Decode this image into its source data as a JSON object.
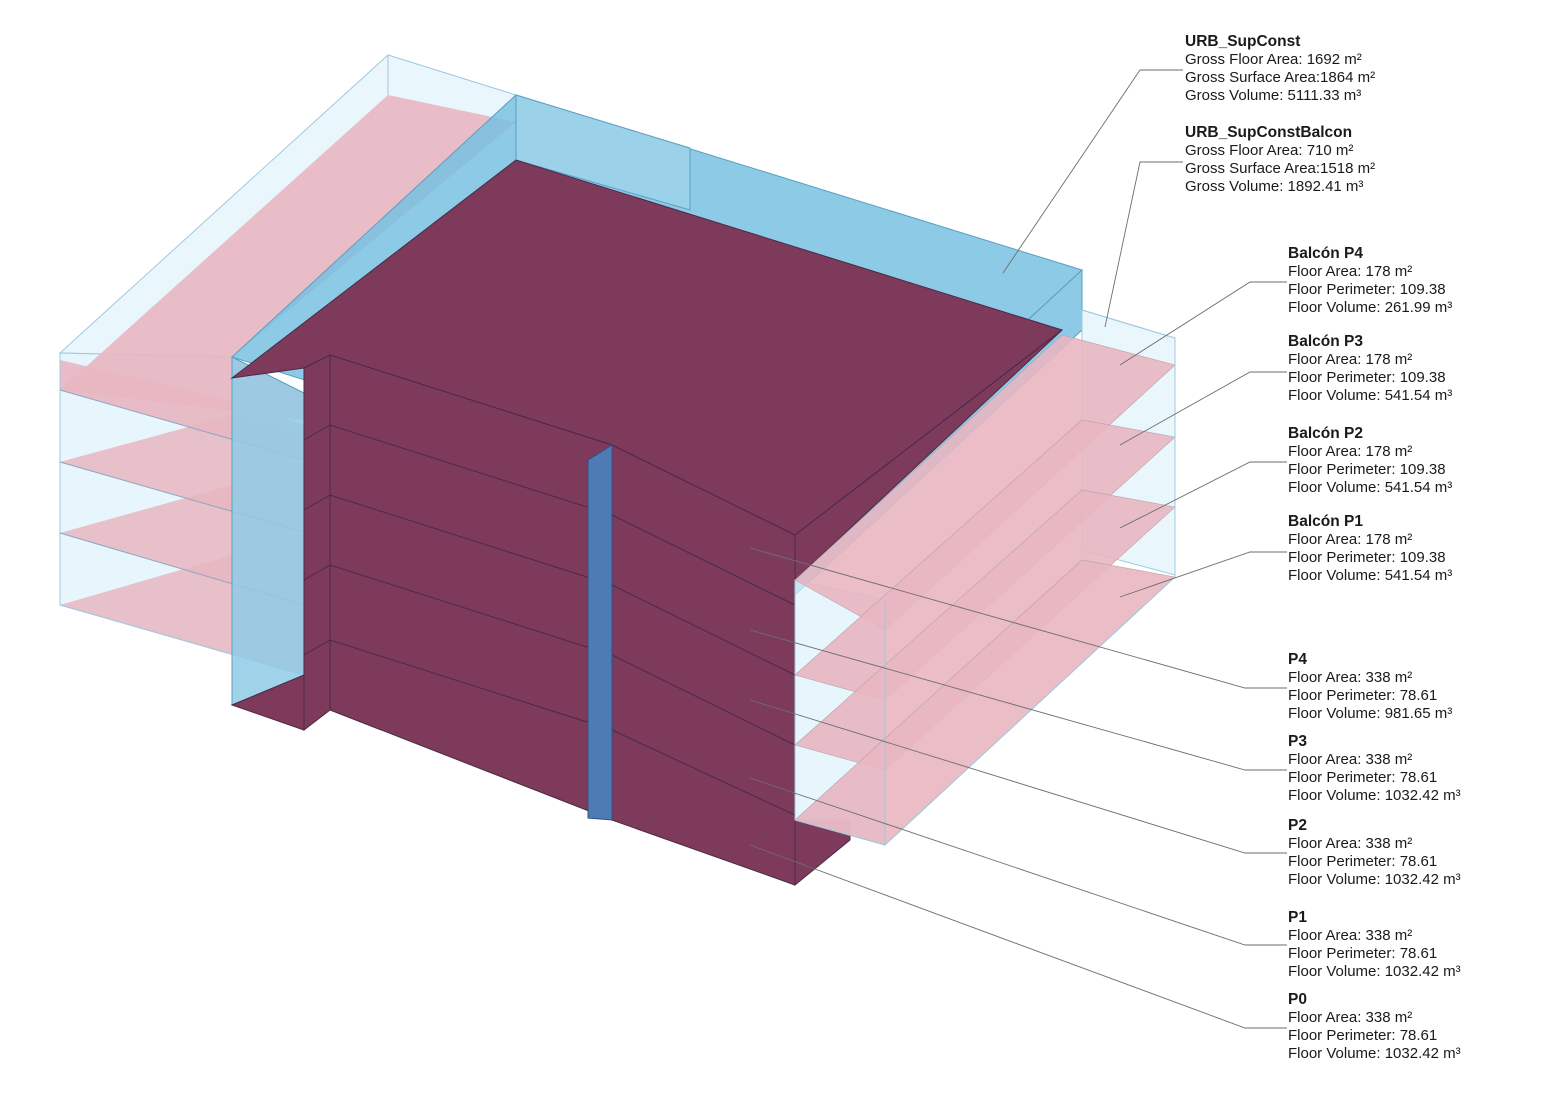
{
  "colors": {
    "building_volume": "#7d3a5b",
    "building_edge": "#4a2a48",
    "glass_light": "#d9f1fb",
    "glass_edge": "#9ec9e0",
    "glass_blue": "#78c1e1",
    "blue_dark": "#4f7bb4",
    "slab_pink": "#e8b6c1",
    "leader": "#6e6e6e"
  },
  "labels": {
    "urb_supconst": {
      "title": "URB_SupConst",
      "lines": [
        "Gross Floor Area: 1692 m²",
        "Gross Surface Area:1864 m²",
        "Gross Volume: 5111.33 m³"
      ]
    },
    "urb_supconstbalcon": {
      "title": "URB_SupConstBalcon",
      "lines": [
        "Gross Floor Area: 710 m²",
        "Gross Surface Area:1518 m²",
        "Gross Volume: 1892.41 m³"
      ]
    },
    "balcon_p4": {
      "title": "Balcón P4",
      "lines": [
        "Floor Area: 178 m²",
        "Floor Perimeter: 109.38",
        "Floor Volume: 261.99 m³"
      ]
    },
    "balcon_p3": {
      "title": "Balcón P3",
      "lines": [
        "Floor Area: 178 m²",
        "Floor Perimeter: 109.38",
        "Floor Volume: 541.54 m³"
      ]
    },
    "balcon_p2": {
      "title": "Balcón P2",
      "lines": [
        "Floor Area: 178 m²",
        "Floor Perimeter: 109.38",
        "Floor Volume: 541.54 m³"
      ]
    },
    "balcon_p1": {
      "title": "Balcón P1",
      "lines": [
        "Floor Area: 178 m²",
        "Floor Perimeter: 109.38",
        "Floor Volume: 541.54 m³"
      ]
    },
    "p4": {
      "title": "P4",
      "lines": [
        "Floor Area: 338 m²",
        "Floor Perimeter: 78.61",
        "Floor Volume: 981.65 m³"
      ]
    },
    "p3": {
      "title": "P3",
      "lines": [
        "Floor Area: 338 m²",
        "Floor Perimeter: 78.61",
        "Floor Volume: 1032.42 m³"
      ]
    },
    "p2": {
      "title": "P2",
      "lines": [
        "Floor Area: 338 m²",
        "Floor Perimeter: 78.61",
        "Floor Volume: 1032.42 m³"
      ]
    },
    "p1": {
      "title": "P1",
      "lines": [
        "Floor Area: 338 m²",
        "Floor Perimeter: 78.61",
        "Floor Volume: 1032.42 m³"
      ]
    },
    "p0": {
      "title": "P0",
      "lines": [
        "Floor Area: 338 m²",
        "Floor Perimeter: 78.61",
        "Floor Volume: 1032.42 m³"
      ]
    }
  }
}
